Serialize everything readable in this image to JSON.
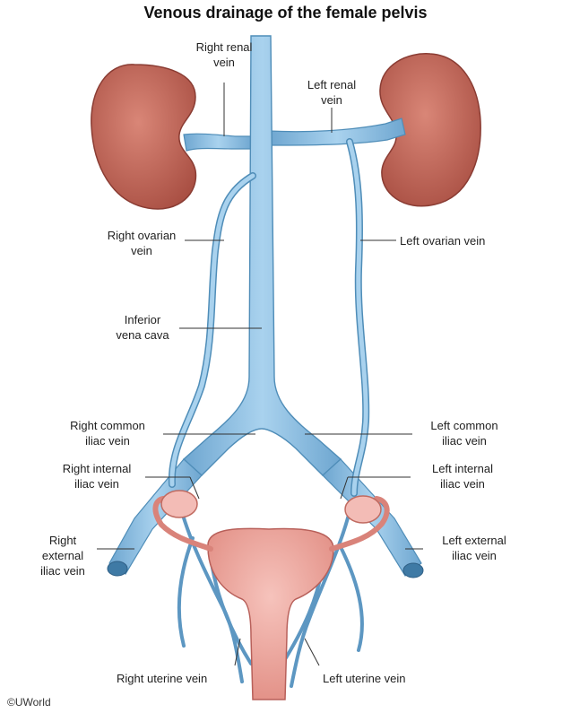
{
  "title": "Venous drainage of the female pelvis",
  "colors": {
    "vein": "#8fbfe0",
    "vein_edge": "#4f8db8",
    "kidney": "#c8685a",
    "uterus": "#f0a8a0",
    "ovary": "#f3bcb6"
  },
  "labels": {
    "right_renal_vein": [
      "Right renal",
      "vein"
    ],
    "left_renal_vein": [
      "Left renal",
      "vein"
    ],
    "right_ovarian_vein": [
      "Right ovarian",
      "vein"
    ],
    "left_ovarian_vein": "Left ovarian vein",
    "ivc": [
      "Inferior",
      "vena cava"
    ],
    "right_common_iliac": [
      "Right common",
      "iliac vein"
    ],
    "left_common_iliac": [
      "Left common",
      "iliac vein"
    ],
    "right_internal_iliac": [
      "Right internal",
      "iliac vein"
    ],
    "left_internal_iliac": [
      "Left internal",
      "iliac vein"
    ],
    "right_external_iliac": [
      "Right",
      "external",
      "iliac vein"
    ],
    "left_external_iliac": [
      "Left external",
      "iliac vein"
    ],
    "right_uterine_vein": "Right uterine vein",
    "left_uterine_vein": "Left uterine vein"
  },
  "copyright": "©UWorld"
}
